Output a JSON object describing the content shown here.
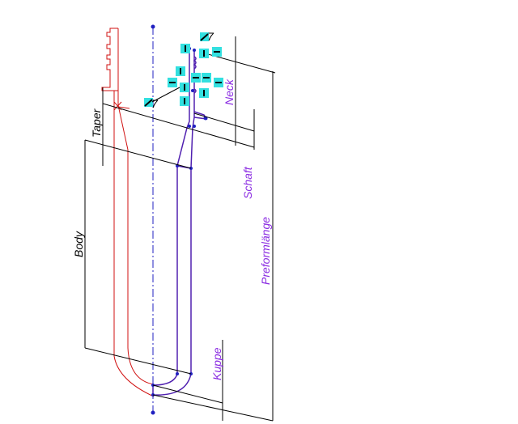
{
  "sketch": {
    "dimensions": {
      "taper": "Taper",
      "body": "Body",
      "neck": "Neck",
      "schaft": "Schaft",
      "preformlaenge": "Preformlänge",
      "kuppe": "Kuppe"
    },
    "relation_marker_label": "7"
  },
  "colors": {
    "reference_profile": "#d01010",
    "sketch_profile": "#2020c0",
    "driven_dimension": "#8a2be2",
    "relation_marker": "#33e0e0"
  }
}
